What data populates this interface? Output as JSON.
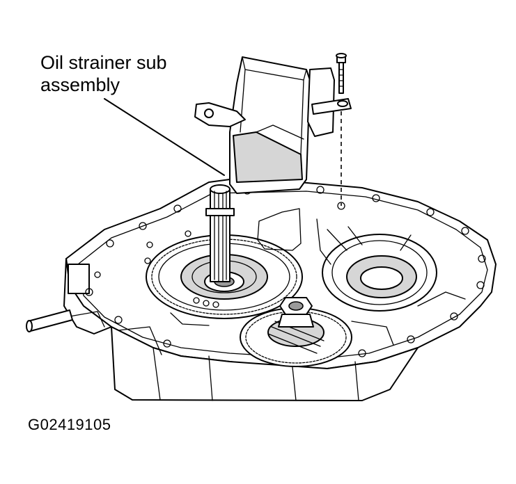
{
  "diagram": {
    "callout_line1": "Oil strainer sub",
    "callout_line2": "assembly",
    "figure_code": "G02419105"
  }
}
